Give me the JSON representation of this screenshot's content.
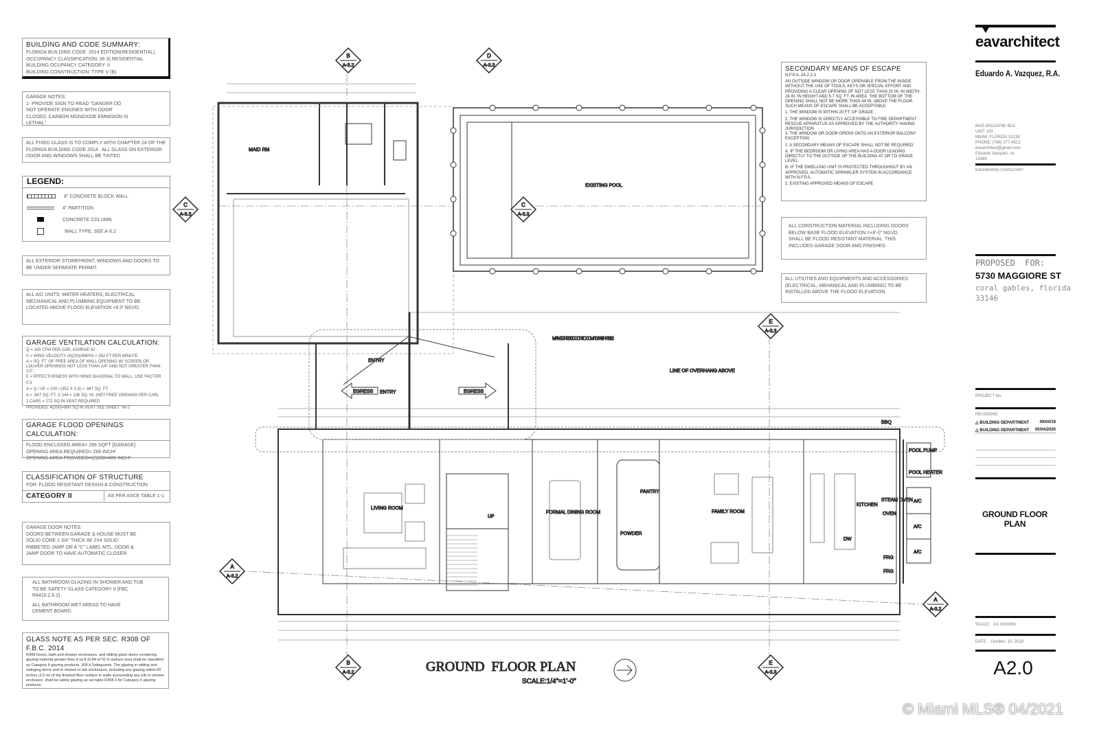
{
  "notes": {
    "code_summary": {
      "title": "BUILDING AND CODE SUMMARY:",
      "lines": [
        "FLORIDA BUILDING CODE: 2014 EDITION(RESIDENTIAL)",
        "OCCUPANCY CLASSIFICATION: (R-3) RESIDENTIAL",
        "BUILDING OCUPANCY CATEGORY: II",
        "BUILDING CONSTRUCTION: TYPE V (B)"
      ]
    },
    "garage_notes": {
      "title": "GARAGE NOTES:",
      "text": "1- PROVIDE SIGN TO READ \"DANGER DO NOT OPERATE ENGINES WITH DOOR CLOSED, CARBON MONOXIDE EMMISION IS LETHAL\""
    },
    "fixed_glass": "ALL FIXED GLASS IS TO COMPLY WITH CHAPTER 24 OF THE FLORIDA BUILDING CODE 2014 . ALL GLASS ON EXTERIOR DOOR AND WINDOWS SHALL BE TINTED",
    "legend": {
      "title": "LEGEND:",
      "items": [
        "8\" CONCRETE BLOCK WALL",
        "4\" PARTITION",
        "CONCRETE COLUMN",
        "WALL TYPE, SEE A-6.2"
      ]
    },
    "storefront": "ALL EXTERIOR STOREFRONT, WINDOWS AND DOORS TO BE UNDER SEPARATE PERMIT.",
    "ac_units": "ALL A/C UNITS, WATER HEATERS, ELECTRICAL MECHANICAL AND PLUMBING EQUIPMENT TO BE LOCATED ABOVE FLOOD ELEVATION +8.0' NGVD.",
    "ventilation": {
      "title": "GARAGE VENTILATION CALCULATION:",
      "lines": [
        "Q = 100 CFM PER CAR, ASHRAE 62",
        "V = WIND VELOCITY (4)(20)(4MPH) = 352 FT PER MINUTE",
        "A = SQ. FT. OF FREE AREA OF WALL OPENING W/ SCREEN OR LOUVER OPENINGS NOT LESS THAN 1/4\" AND NOT GREATER THAN 1/2\".",
        "E = EFFECTIVENESS WITH WIND DIAGONAL TO WALL. USE FACTOR 0.3",
        "A = Q / VE = 100 / (352 x 0.3) = .947 SQ. FT.",
        "A = .947 SQ. FT. x 144 = 136 SQ. IN. (NET FREE OPENING PER CAR)",
        "2 CARS = 272 SQ IN VENT REQUIRED",
        "PROVIDED: 4(200)=800 SQ IN VENT SEE SHEET \"M-1\""
      ]
    },
    "flood_openings": {
      "title": "GARAGE FLOOD OPENINGS CALCULATION:",
      "lines": [
        "FLOOD ENCLOSED AREA= 266 SQFT [GARAGE]",
        "OPENING AREA REQUIRED= 266 INCH²",
        "OPENING AREA PROVIDED=(2)200=400 INCH²"
      ]
    },
    "classification": {
      "title": "CLASSIFICATION OF STRUCTURE",
      "subtitle": "FOR: FLOOD RESISTANT DESIGN & CONSTRUCTION",
      "category": "CATEGORY II",
      "reference": "AS PER ASCE TABLE 1-1"
    },
    "garage_door": {
      "title": "GARAGE DOOR NOTES:",
      "text": "DOORS BETWEEN GARAGE & HOUSE MUST BE SOLID CORE 1 3/4\" THICK W/ 2x4 SOLID RIBBETED JAMP OR A \"C\" LABEL MTL. DOOR & JAMP DOOR TO HAVE AUTOMATIC CLOSER."
    },
    "bathroom": {
      "line1": "ALL BATHROOM GLAZING IN SHOWER AND TUB TO BE SAFETY GLASS CATEGORY II (FBC R4410.2.6.2)",
      "line2": "ALL BATHROOM WET AREAS TO HAVE CEMENT BOARD."
    },
    "glass_note": {
      "title": "GLASS NOTE AS PER SEC. R308 OF F.B.C. 2014",
      "text": "R308 Doors, bath and shower enclosures, and sliding glass doors containing glazing material greater than 9 sq ft (0.84 m^2) in surface area shall be classified as Category II glazing products. 308.4 Safeguards. The glazing in sliding and swinging doors and in shower to tub enclosures, including any glazing within 60 inches (1.5 m) of the finished floor surface in walls surrounding any tub or shower enclosure, shall be safety glazing as set table R308.3 for Category II glazing products."
    },
    "escape": {
      "title": "SECONDARY MEANS OF ESCAPE",
      "code": "N.F.P.A. 24-2.2.3",
      "lines": [
        "AN OUTSIDE WINDOW OR DOOR OPERABLE FROM THE INSIDE WITHOUT THE USE OF TOOLS, KEYS OR SPECIAL EFFORT AND PROVIDING A CLEAR OPENING OF NOT LESS THAN 20 in. IN WIDTH, 24 in. IN HEIGHT AND 5.7 SQ. FT. IN AREA. THE BOTTOM OF THE OPENING SHALL NOT BE MORE THAN 44 in. ABOVE THE FLOOR. SUCH MEANS OF ESCAPE SHALL BE ACCEPTABLE",
        "1. THE WINDOW IS WITHIN 20 ft. OF GRADE",
        "2. THE WINDOW IS DIRECTLY ACCESSIBLE TO FIRE DEPARTMENT RESCUE APPARATUS AS APPROVED BY THE AUTHORITY HAVING JURISDICTION",
        "3. THE WINDOW OR DOOR OPENS ONTO AN EXTERIOR BALCONY",
        "EXCEPTION:",
        "1. A SECONDARY MEANS OF ESCAPE SHALL NOT BE REQUIRED:",
        "a. IF THE BEDROOM OR LIVING AREA HAS A DOOR LEADING DIRECTLY TO THE OUTSIDE OF THE BUILDING AT OR TO GRADE LEVEL",
        "b- IF THE DWELLING UNIT IS PROTECTED THROUGHOUT BY AN APPROVED, AUTOMATIC SPRINKLER SYSTEM IN ACCORDANCE WITH N.F.P.A.",
        "2. EXISTING APPROVED MEANS OF ESCAPE"
      ]
    },
    "construction_material": "ALL CONSTRUCTION MATERIAL INCLUDING DOORS BELOW BASE FLOOD ELEVATION =+8'-0\" NGVD, SHALL BE FLOOD RESISTANT MATERIAL. THIS INCLUDES GARAGE DOOR AND FINISHES",
    "utilities": "ALL UTIUTIES AND EQUIPMENTS AND ACCESSORIES (ELECTRICAL, MEHANICAL AND PLUMBING) TO BE INSTALLED ABOVE THE FLOOD ELEVATION."
  },
  "title_block": {
    "firm": "eavarchitect",
    "architect": "Eduardo A. Vazquez, R.A.",
    "address": [
      "8425 BISCAYNE BLV.",
      "UNIT 103",
      "MIAMI, FLORIDA 33138",
      "PHONE: (786) 277-4512",
      "eavarchitect@gmail.com",
      "Eduardo Vazquez, ra",
      "14369"
    ],
    "consultant": "ENGINEERING CONSULTANT",
    "proposed_for": "PROPOSED  FOR:",
    "street": "5730 MAGGIORE ST",
    "city": "coral gables, florida",
    "zip": "33146",
    "project_no": "PROJECT No.",
    "revisions_label": "REVISIONS",
    "revisions": [
      {
        "label": "BUILDING DEPARTMENT",
        "date": "09/04/19"
      },
      {
        "label": "BUILDING DEPARTMENT",
        "date": "05/04/2020"
      }
    ],
    "sheet_title": "GROUND FLOOR PLAN",
    "scale": "SCALE:   AS SHOWN",
    "date": "DATE:   October. 10, 2018",
    "sheet_no": "A2.0"
  },
  "plan": {
    "title": "GROUND  FLOOR PLAN",
    "scale": "SCALE:1/4\"=1'-0\"",
    "rooms": {
      "maid": "MAID RM",
      "pool": "EXISTING POOL",
      "entry": "ENTRY",
      "entry2": "ENTRY",
      "living": "LIVING ROOM",
      "dining": "FORMAL DINING ROOM",
      "pantry": "PANTRY",
      "powder": "POWDER",
      "family": "FAMILY ROOM",
      "kitchen": "KITCHEN",
      "pool_pump": "POOL PUMP",
      "pool_heater": "POOL HEATER",
      "steam_oven": "STEAM OVEN",
      "oven": "OVEN",
      "frg1": "FRG",
      "frg2": "FRG",
      "ac": "A/C",
      "dw": "DW",
      "bbq": "BBQ",
      "up": "UP"
    },
    "annotations": {
      "overhang": "LINE OF OVERHANG ABOVE",
      "egress_door": "MAIN EGRESS DOOR TO COMPLY WITH R311.2",
      "egress": "EGRESS"
    },
    "section_markers": [
      {
        "letter": "B",
        "sheet": "A-3.2"
      },
      {
        "letter": "D",
        "sheet": "A-3.3"
      },
      {
        "letter": "C",
        "sheet": "A-3.3"
      },
      {
        "letter": "C",
        "sheet": "A-3.3"
      },
      {
        "letter": "E",
        "sheet": "A-3.3"
      },
      {
        "letter": "A",
        "sheet": "A-3.2"
      },
      {
        "letter": "A",
        "sheet": "A-3.2"
      },
      {
        "letter": "B",
        "sheet": "A-3.2"
      },
      {
        "letter": "E",
        "sheet": "A-3.3"
      }
    ]
  },
  "watermark": "© Miami MLS® 04/2021"
}
